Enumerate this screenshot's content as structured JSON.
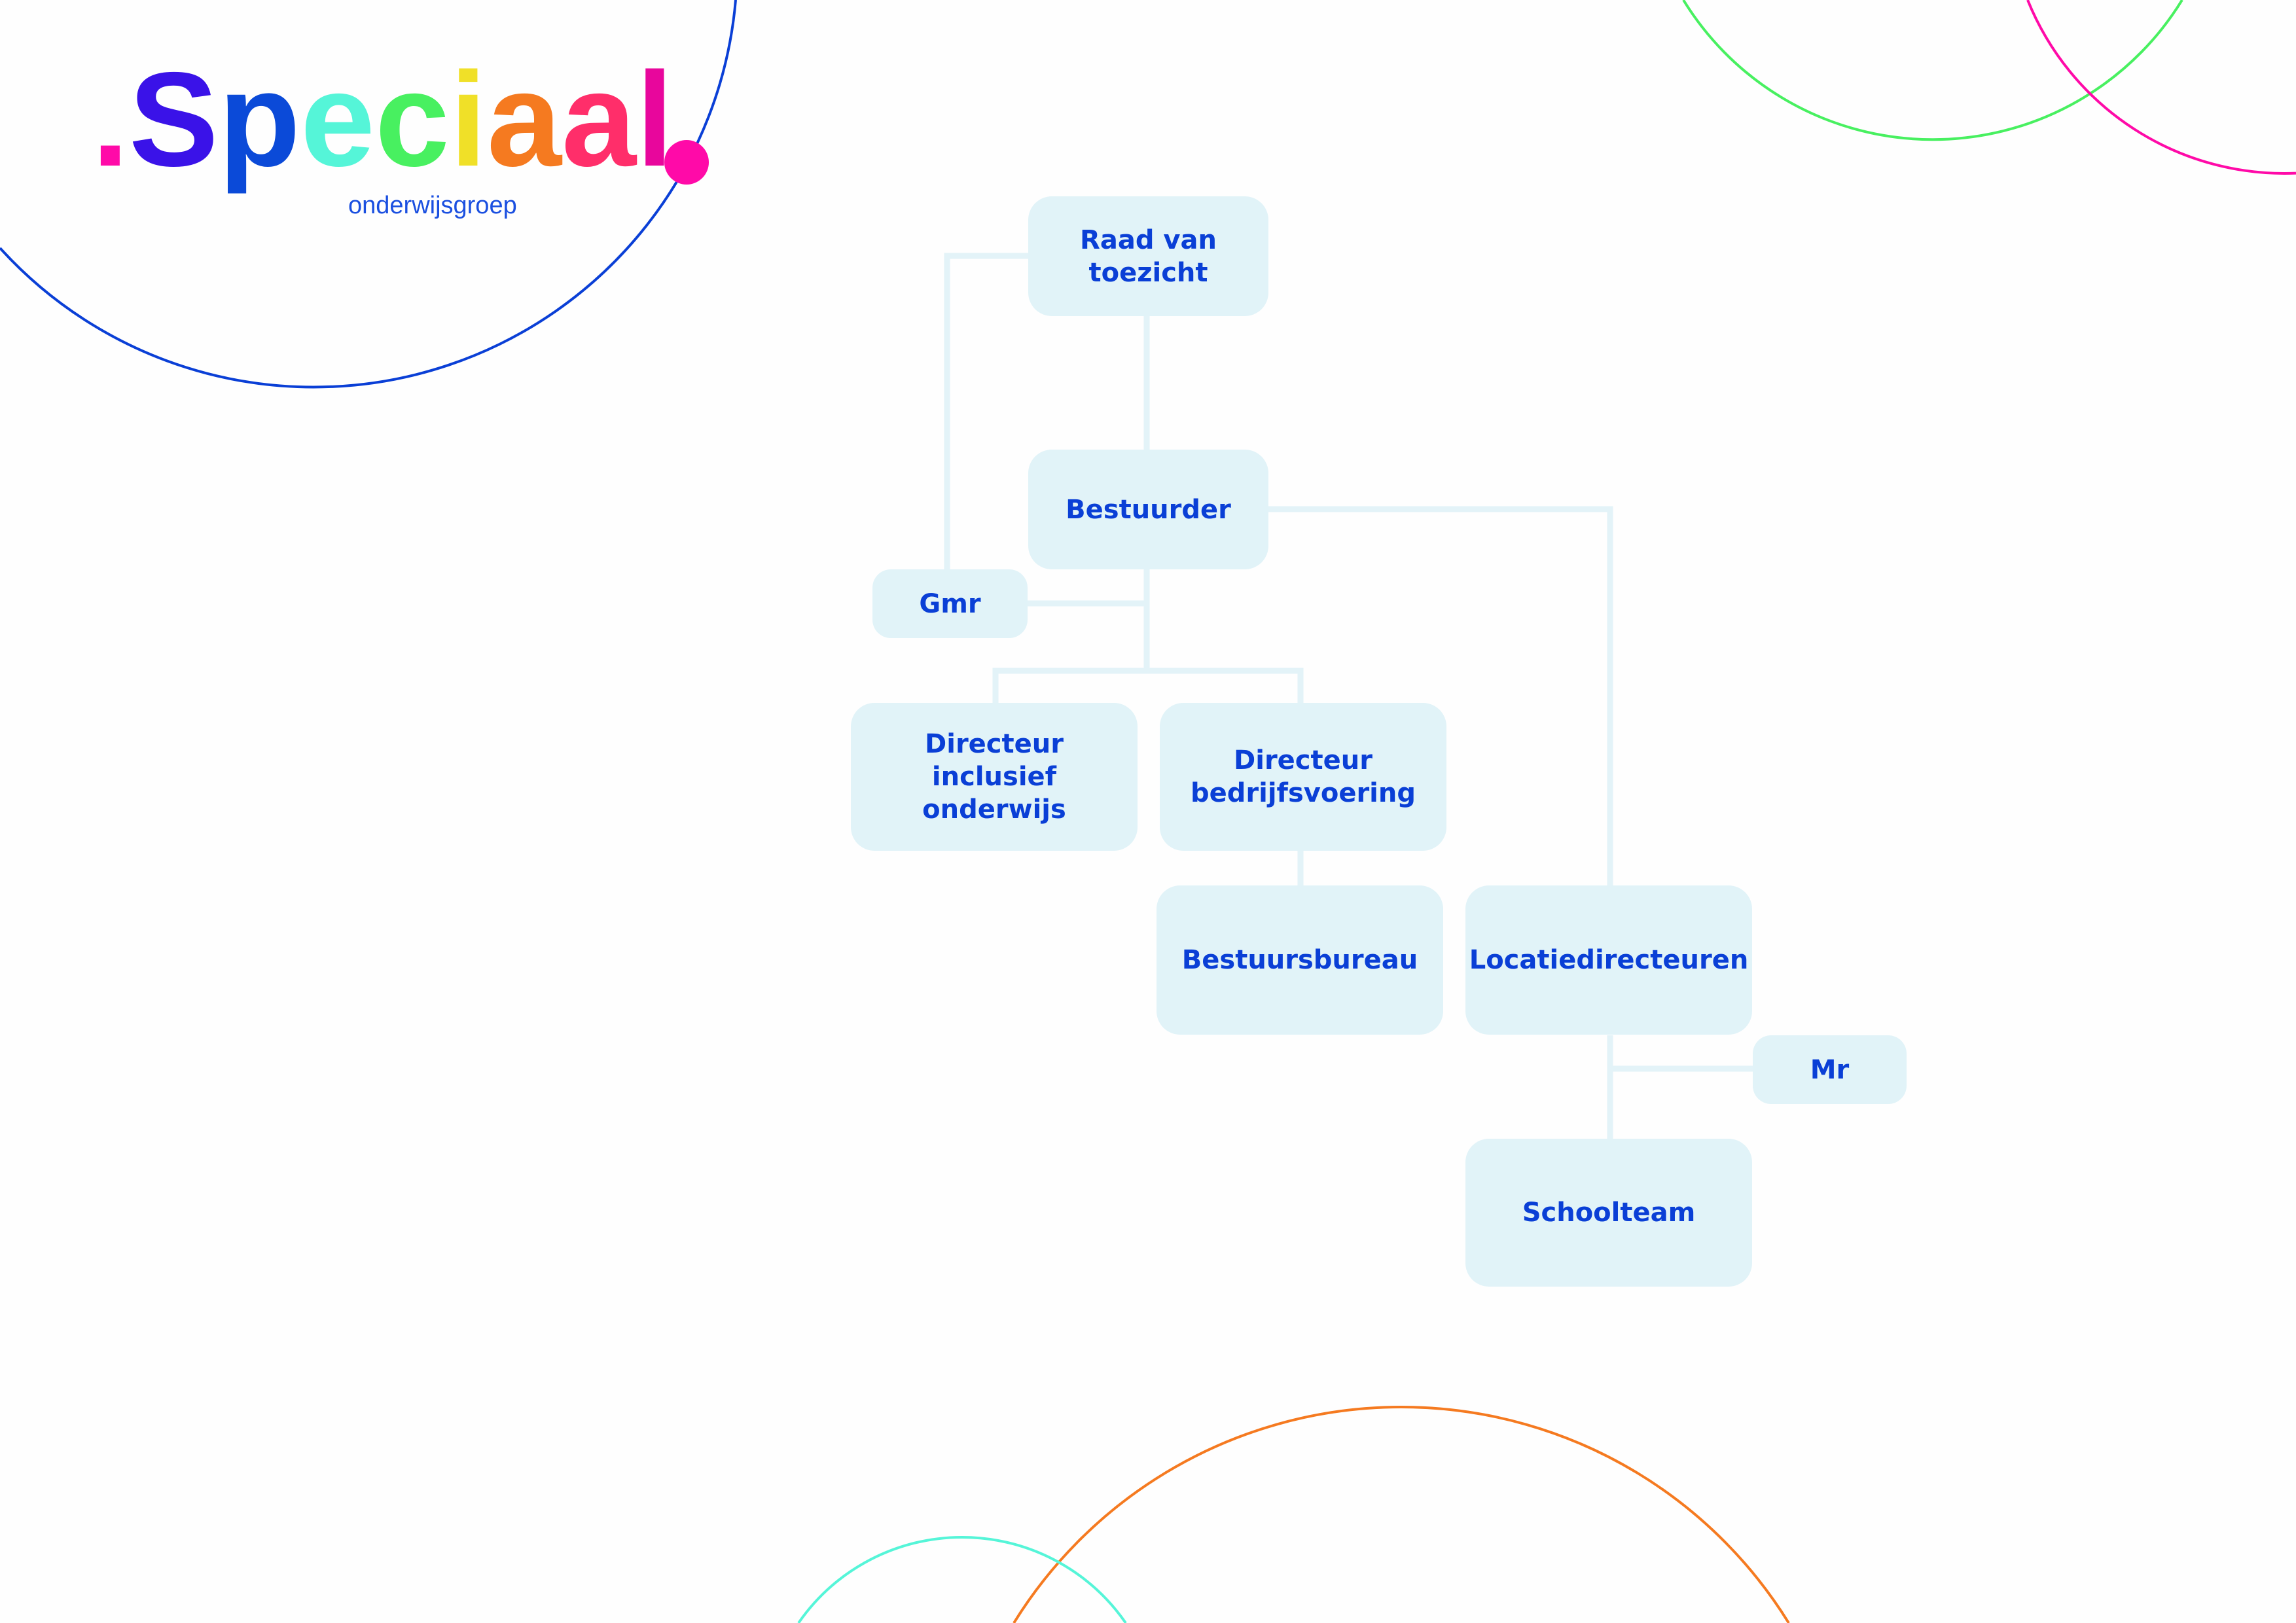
{
  "logo": {
    "letters": [
      ".",
      "S",
      "p",
      "e",
      "c",
      "i",
      "a",
      "a",
      "l"
    ],
    "letter_colors": [
      "#ff0aa8",
      "#3a12e8",
      "#0b4ad8",
      "#55f5d8",
      "#48f060",
      "#f0e028",
      "#f57a20",
      "#ff2e6a",
      "#e8069c"
    ],
    "subtitle": "onderwijsgroep"
  },
  "colors": {
    "box": "#e1f3f8",
    "text": "#0a3fd6",
    "connector": "#e3f3f8"
  },
  "org_chart": {
    "raad": "Raad van toezicht",
    "bestuurder": "Bestuurder",
    "gmr": "Gmr",
    "directeur_onderwijs": "Directeur inclusief onderwijs",
    "directeur_bedrijfsvoering": "Directeur bedrijfsvoering",
    "bestuursbureau": "Bestuursbureau",
    "locatiedirecteuren": "Locatiedirecteuren",
    "mr": "Mr",
    "schoolteam": "Schoolteam"
  }
}
